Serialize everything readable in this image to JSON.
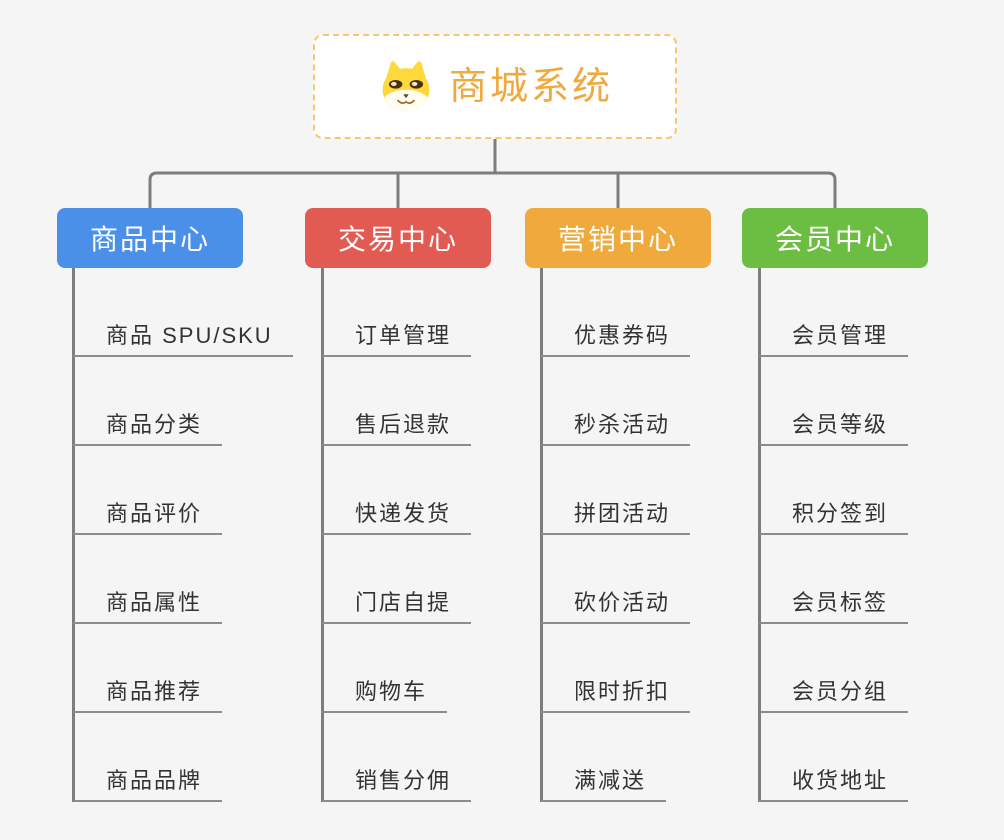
{
  "root": {
    "title": "商城系统",
    "icon": "dog-face-icon"
  },
  "branches": [
    {
      "label": "商品中心",
      "color": "#4a90e8",
      "items": [
        "商品 SPU/SKU",
        "商品分类",
        "商品评价",
        "商品属性",
        "商品推荐",
        "商品品牌"
      ]
    },
    {
      "label": "交易中心",
      "color": "#e25b52",
      "items": [
        "订单管理",
        "售后退款",
        "快递发货",
        "门店自提",
        "购物车",
        "销售分佣"
      ]
    },
    {
      "label": "营销中心",
      "color": "#efa93c",
      "items": [
        "优惠券码",
        "秒杀活动",
        "拼团活动",
        "砍价活动",
        "限时折扣",
        "满减送"
      ]
    },
    {
      "label": "会员中心",
      "color": "#6cbe43",
      "items": [
        "会员管理",
        "会员等级",
        "积分签到",
        "会员标签",
        "会员分组",
        "收货地址"
      ]
    }
  ],
  "colors": {
    "canvas_background": "#f5f5f5",
    "root_border": "#f6c76e",
    "root_title": "#efa93c",
    "connector_line": "#7d7d7d",
    "leaf_underline": "#8c8c8c",
    "leaf_text": "#333333"
  }
}
